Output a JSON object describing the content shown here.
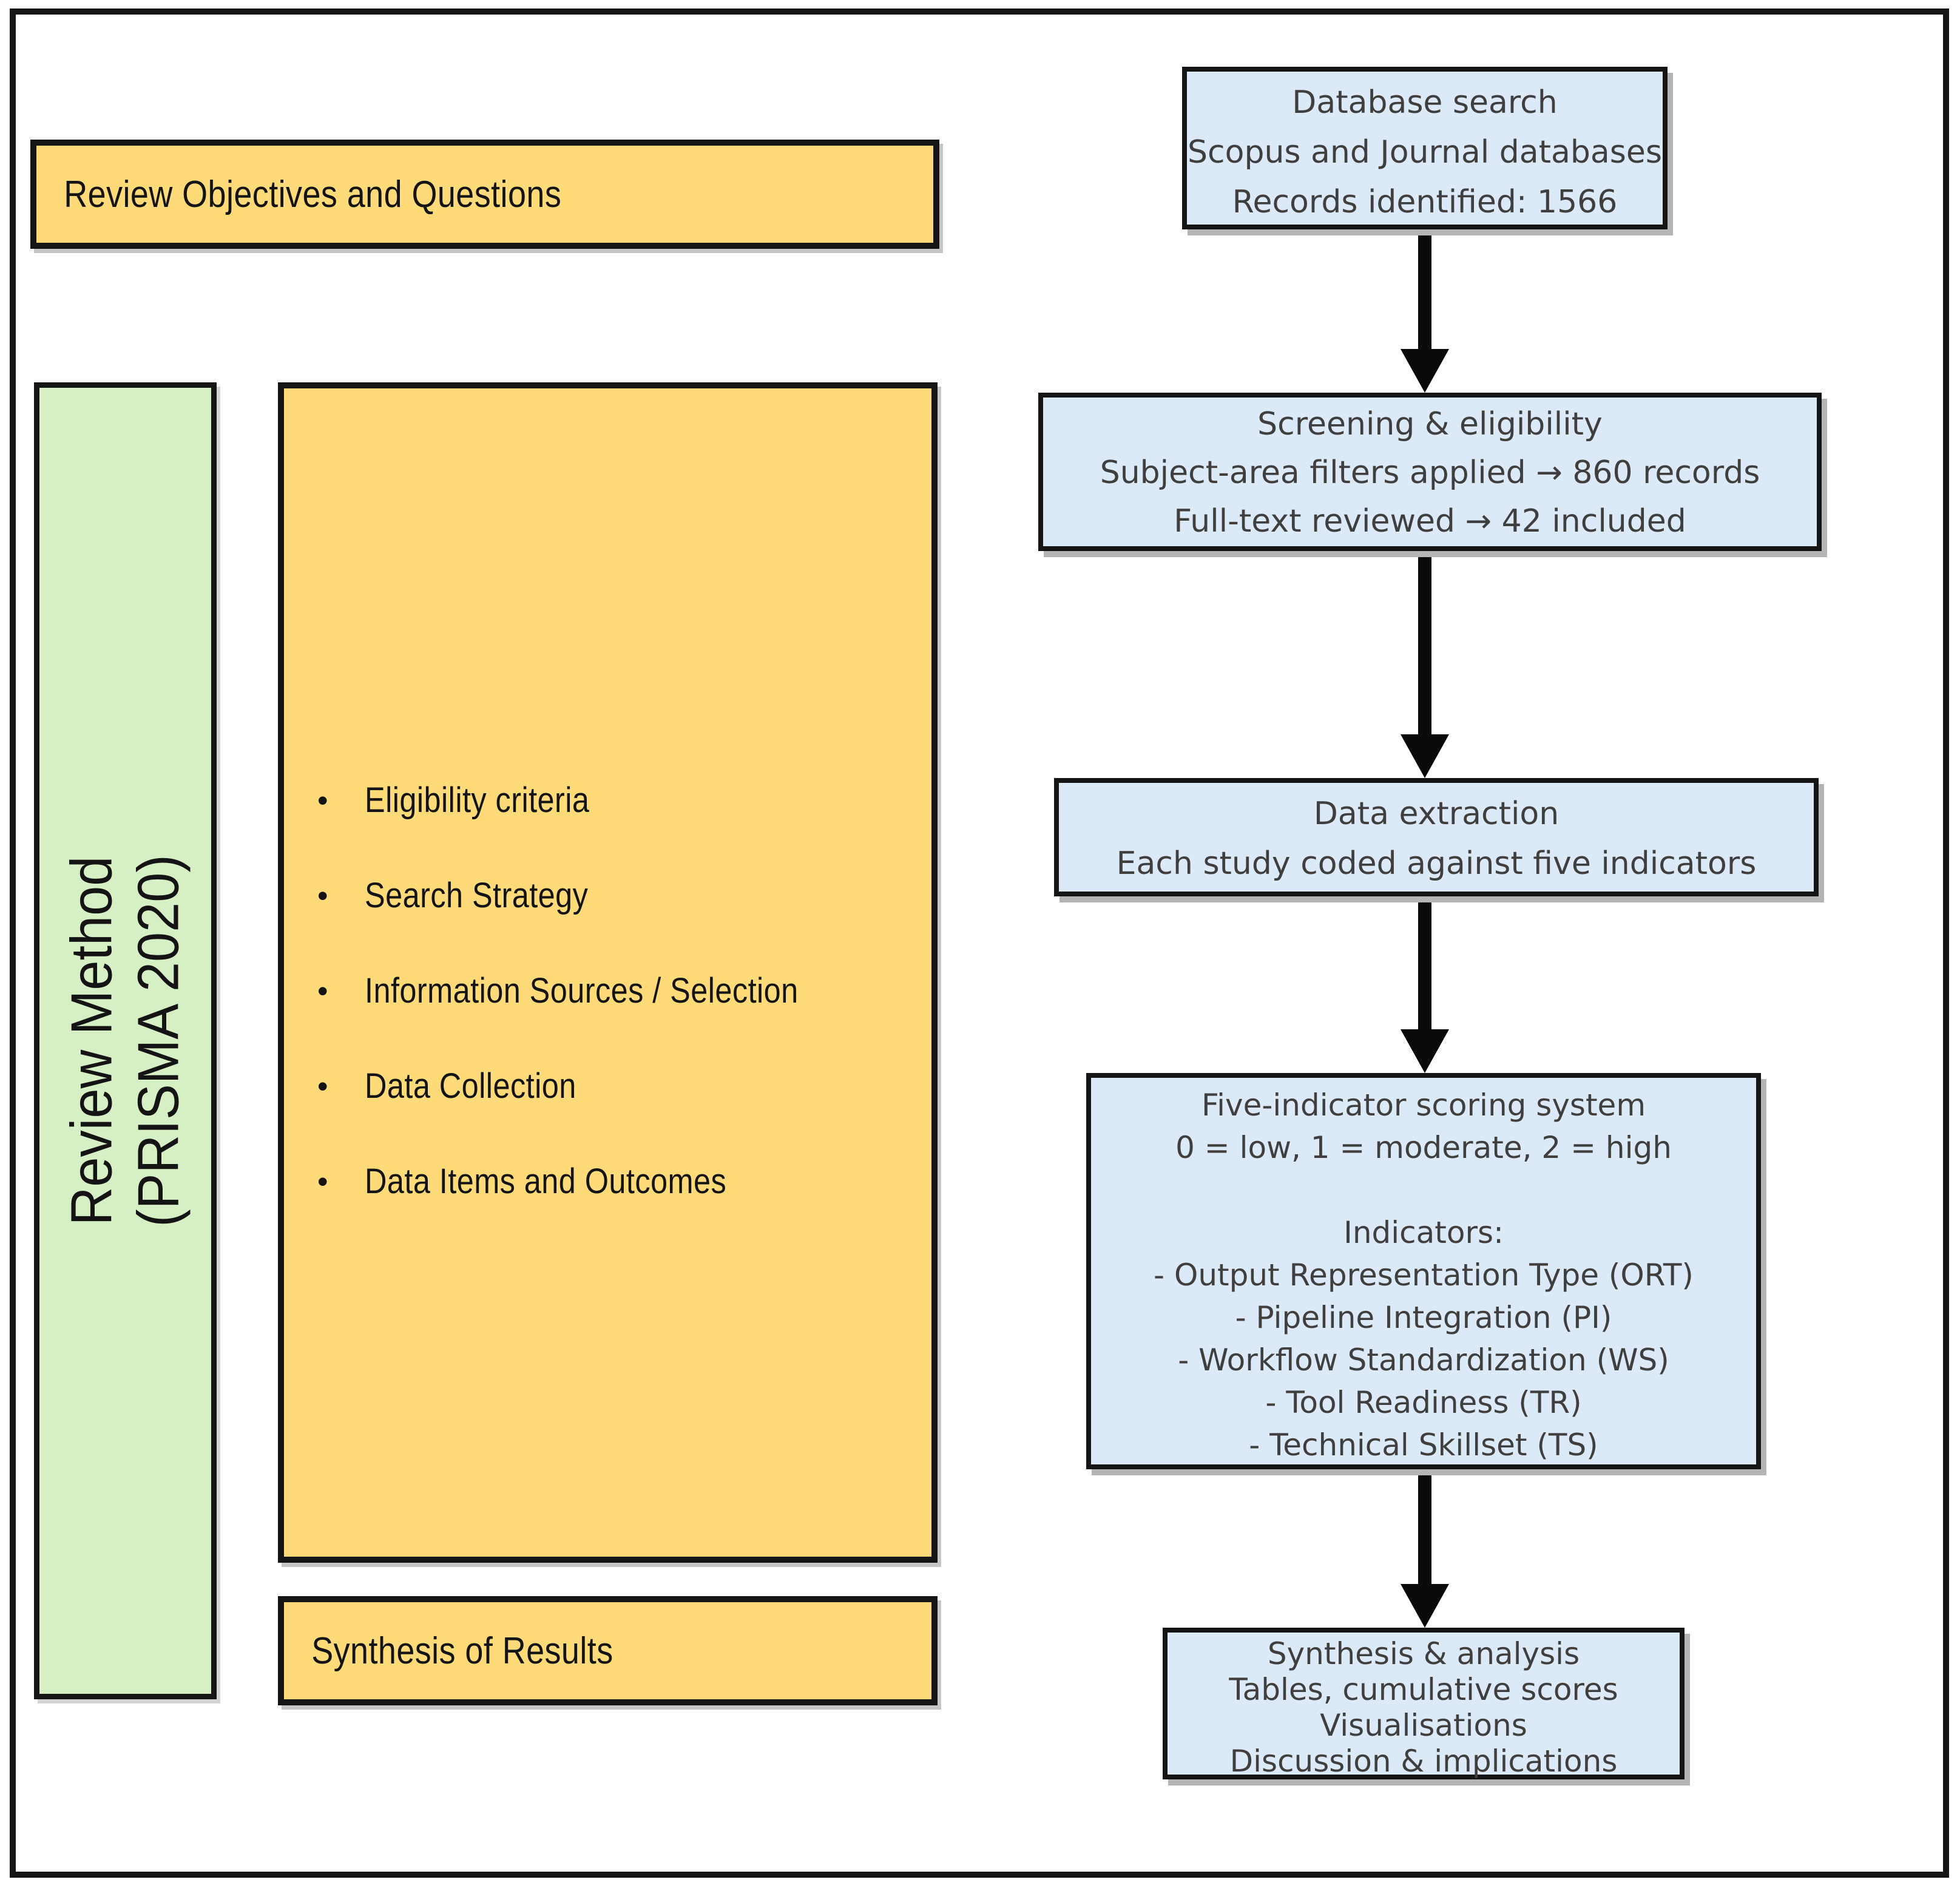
{
  "figure": {
    "objectives_box_label": "Review Objectives and Questions",
    "method_box": {
      "line1": "Review Method",
      "line2": "(PRISMA 2020)"
    },
    "bullet_glyph": "•",
    "method_details": [
      "Eligibility criteria",
      "Search Strategy",
      "Information Sources / Selection",
      "Data Collection",
      "Data Items and Outcomes"
    ],
    "synthesis_box_label": "Synthesis of Results",
    "flow": [
      {
        "id": "database-search",
        "lines": [
          "Database search",
          "Scopus and Journal databases",
          "Records identified: 1566"
        ]
      },
      {
        "id": "screening-eligibility",
        "lines": [
          "Screening & eligibility",
          "Subject-area filters applied → 860 records",
          "Full-text reviewed → 42 included"
        ]
      },
      {
        "id": "data-extraction",
        "lines": [
          "Data extraction",
          "Each study coded against five indicators"
        ]
      },
      {
        "id": "scoring-system",
        "lines": [
          "Five-indicator scoring system",
          "0 = low, 1 = moderate, 2 = high",
          "",
          "Indicators:",
          "- Output Representation Type (ORT)",
          "- Pipeline Integration (PI)",
          "- Workflow Standardization (WS)",
          "- Tool Readiness (TR)",
          "- Technical Skillset (TS)"
        ]
      },
      {
        "id": "synthesis-analysis",
        "lines": [
          "Synthesis & analysis",
          "Tables, cumulative scores",
          "Visualisations",
          "Discussion & implications"
        ]
      }
    ],
    "colors": {
      "yellow_fill": "#FEDA79",
      "green_fill": "#D7EFC5",
      "blue_fill": "#DCE9F6",
      "blue_text": "#3F3F3F",
      "border": "#151515"
    }
  }
}
